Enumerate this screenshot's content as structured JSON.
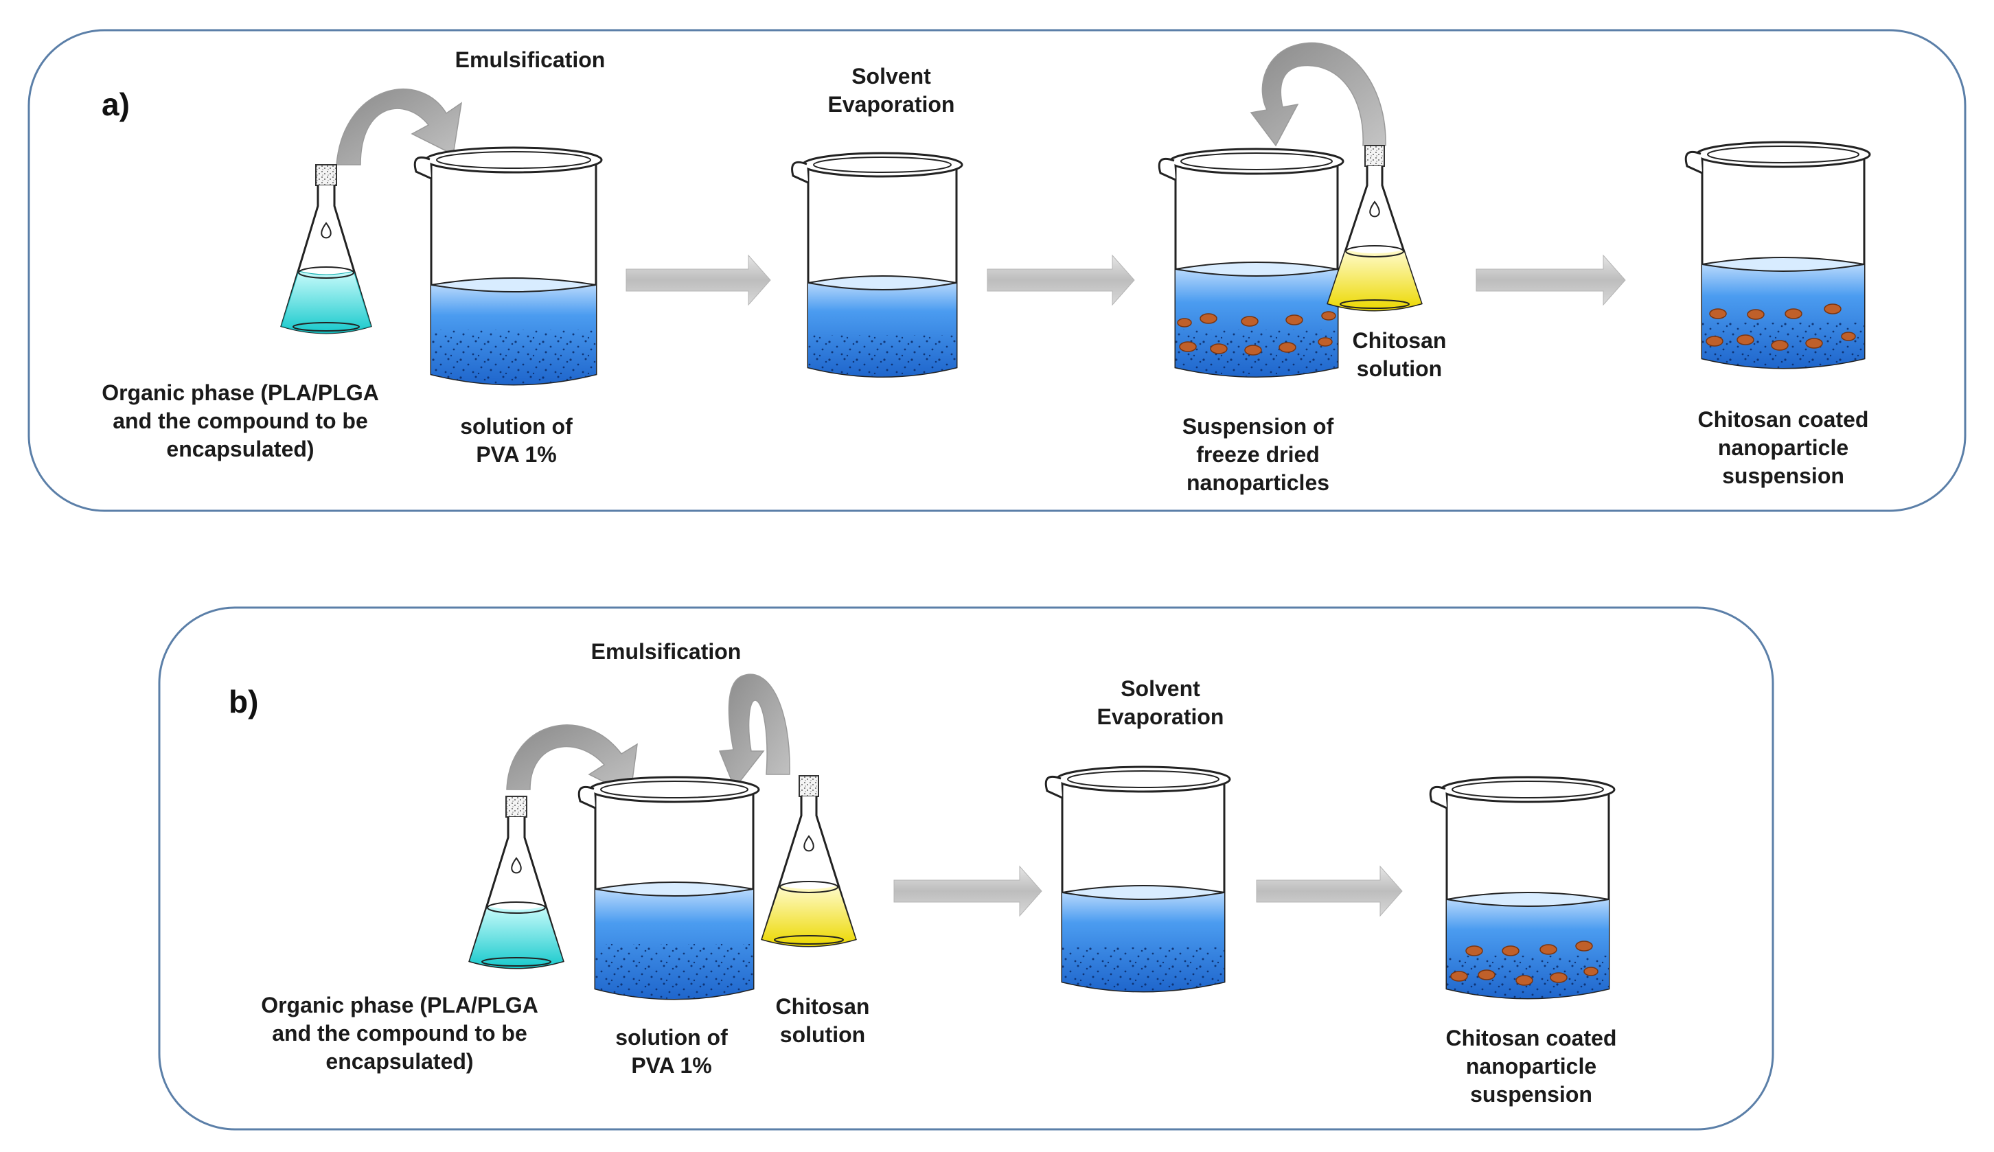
{
  "panels": [
    {
      "letter": "a)",
      "steps": {
        "emulsification": "Emulsification",
        "solvent_evaporation": [
          "Solvent",
          "Evaporation"
        ]
      },
      "labels": {
        "organic_phase": [
          "Organic phase  (PLA/PLGA",
          "and the compound to be",
          "encapsulated)"
        ],
        "pva": [
          "solution of",
          "PVA 1%"
        ],
        "chitosan": [
          "Chitosan",
          "solution"
        ],
        "freeze_dried": [
          "Suspension of",
          "freeze dried",
          "nanoparticles"
        ],
        "coated": [
          "Chitosan coated",
          "nanoparticle",
          "suspension"
        ]
      }
    },
    {
      "letter": "b)",
      "steps": {
        "emulsification": "Emulsification",
        "solvent_evaporation": [
          "Solvent",
          "Evaporation"
        ]
      },
      "labels": {
        "organic_phase": [
          "Organic phase  (PLA/PLGA",
          "and the compound to be",
          "encapsulated)"
        ],
        "pva": [
          "solution of",
          "PVA 1%"
        ],
        "chitosan": [
          "Chitosan",
          "solution"
        ],
        "coated": [
          "Chitosan coated",
          "nanoparticle",
          "suspension"
        ]
      }
    }
  ],
  "colors": {
    "panel_border": "#5b7fa8",
    "liquid_blue": "#2b7fe0",
    "liquid_cyan": "#22d6d6",
    "liquid_yellow": "#f2e000",
    "nanoparticle": "#c0602a",
    "process_arrow": "#c8c8c8"
  }
}
